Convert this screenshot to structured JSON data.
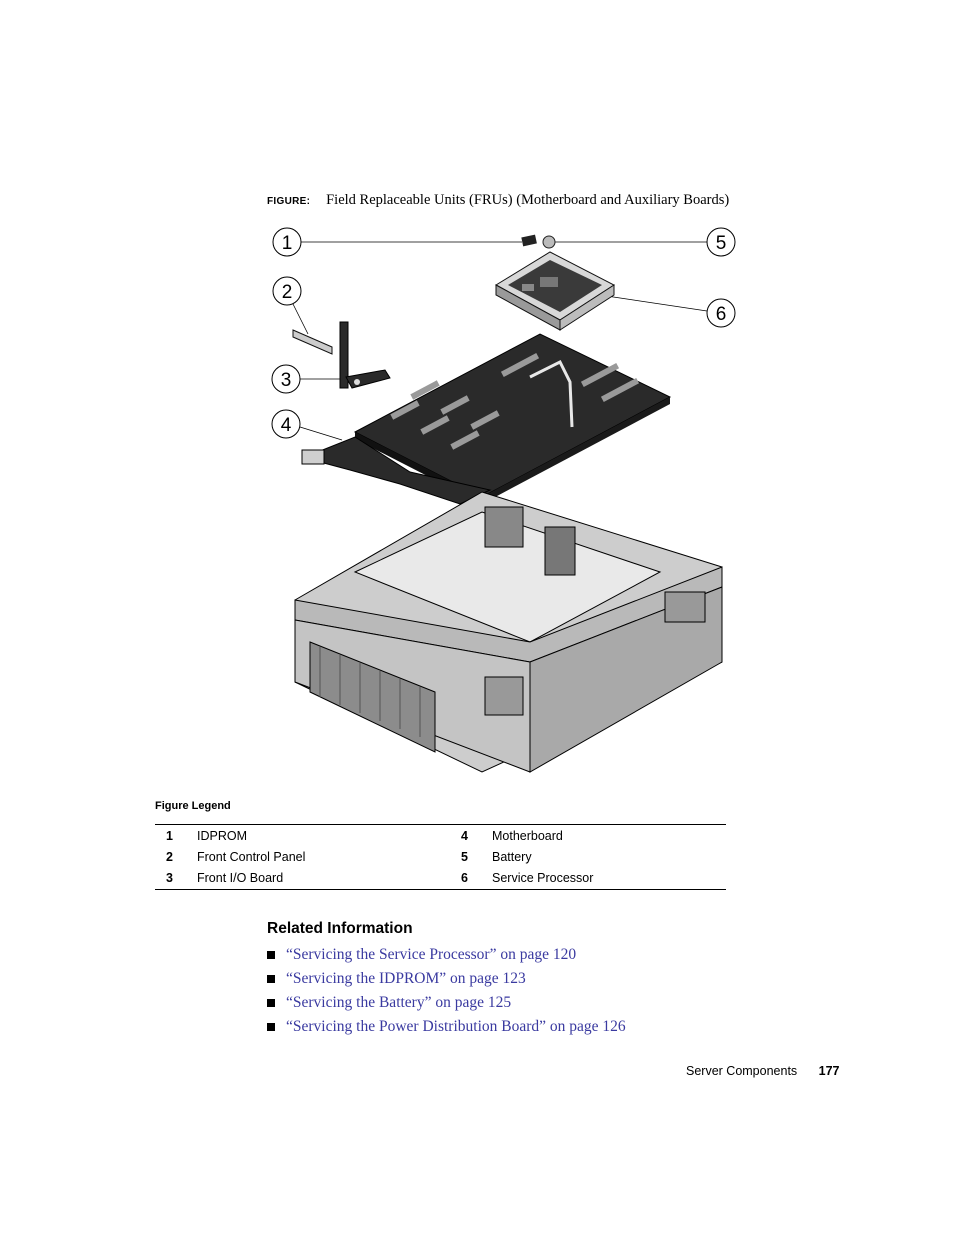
{
  "caption": {
    "tag": "FIGURE:",
    "text": "Field Replaceable Units (FRUs) (Motherboard and Auxiliary Boards)"
  },
  "callouts": [
    "1",
    "2",
    "3",
    "4",
    "5",
    "6"
  ],
  "legend": {
    "title": "Figure Legend",
    "rows": [
      {
        "n1": "1",
        "l1": "IDPROM",
        "n2": "4",
        "l2": "Motherboard"
      },
      {
        "n1": "2",
        "l1": "Front Control Panel",
        "n2": "5",
        "l2": "Battery"
      },
      {
        "n1": "3",
        "l1": "Front I/O Board",
        "n2": "6",
        "l2": "Service Processor"
      }
    ]
  },
  "related": {
    "title": "Related Information",
    "links": [
      "“Servicing the Service Processor” on page 120",
      "“Servicing the IDPROM” on page 123",
      "“Servicing the Battery” on page 125",
      "“Servicing the Power Distribution Board” on page 126"
    ]
  },
  "footer": {
    "section": "Server Components",
    "page": "177"
  },
  "colors": {
    "link": "#3a3aa0",
    "board": "#2a2a2a",
    "chassis": "#c9c9c9"
  }
}
